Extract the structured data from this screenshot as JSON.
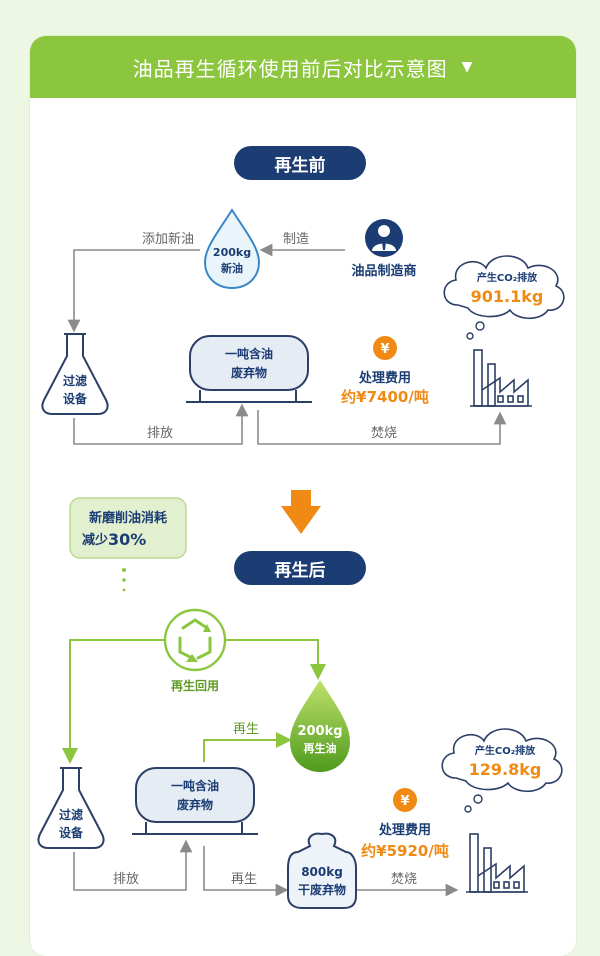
{
  "header": {
    "title": "油品再生循环使用前后对比示意图",
    "toggle_icon": "triangle-down-icon"
  },
  "before": {
    "section_title": "再生前",
    "add_oil_label": "添加新油",
    "new_oil_line1": "200kg",
    "new_oil_line2": "新油",
    "manufacture_label": "制造",
    "manufacturer_label": "油品制造商",
    "co2_title": "产生CO₂排放",
    "co2_value": "901.1kg",
    "filter_line1": "过滤",
    "filter_line2": "设备",
    "waste_line1": "一吨含油",
    "waste_line2": "废弃物",
    "fee_title": "处理费用",
    "fee_value": "约¥7400/吨",
    "discharge_label": "排放",
    "burn_label": "焚烧"
  },
  "callout": {
    "line1": "新磨削油消耗",
    "line2_prefix": "减少",
    "line2_value": "30%"
  },
  "after": {
    "section_title": "再生后",
    "recycle_label": "再生回用",
    "regen_label": "再生",
    "regen_oil_line1": "200kg",
    "regen_oil_line2": "再生油",
    "filter_line1": "过滤",
    "filter_line2": "设备",
    "waste_line1": "一吨含油",
    "waste_line2": "废弃物",
    "co2_title": "产生CO₂排放",
    "co2_value": "129.8kg",
    "fee_title": "处理费用",
    "fee_value": "约¥5920/吨",
    "discharge_label": "排放",
    "regen_label2": "再生",
    "dry_waste_line1": "800kg",
    "dry_waste_line2": "干废弃物",
    "burn_label": "焚烧"
  },
  "colors": {
    "green": "#8cc63f",
    "navy": "#1b3d73",
    "orange": "#f08a14",
    "grey": "#8a8a8a",
    "outline": "#2c3f66"
  }
}
